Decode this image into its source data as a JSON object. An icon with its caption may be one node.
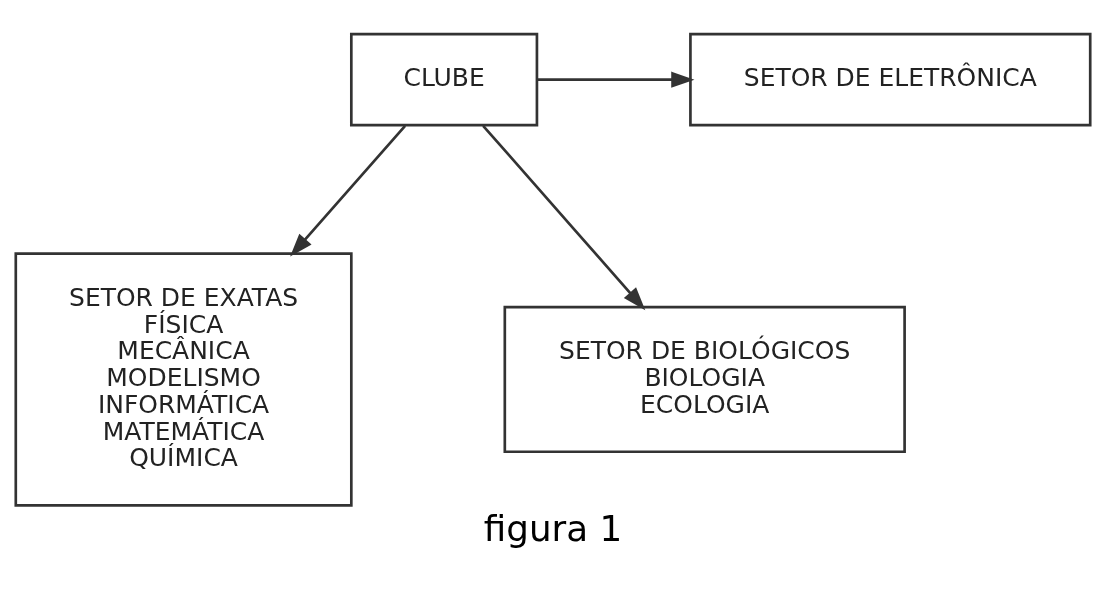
{
  "diagram": {
    "caption": "figura 1",
    "nodes": [
      {
        "text": [
          "SETOR DE ELETRÔNICA"
        ]
      },
      {
        "text": [
          "CLUBE"
        ]
      },
      {
        "text": [
          "SETOR DE EXATAS",
          "FÍSICA",
          "MECÂNICA",
          "MODELISMO",
          "INFORMÁTICA",
          "MATEMÁTICA",
          "QUÍMICA"
        ]
      },
      {
        "text": [
          "SETOR DE BIOLÓGICOS",
          "BIOLOGIA",
          "ECOLOGIA"
        ]
      }
    ],
    "edges": [
      {
        "from": 1,
        "to": 0,
        "arrow": "to"
      },
      {
        "from": 1,
        "to": 2,
        "arrow": "to"
      },
      {
        "from": 1,
        "to": 3,
        "arrow": "to"
      }
    ]
  }
}
